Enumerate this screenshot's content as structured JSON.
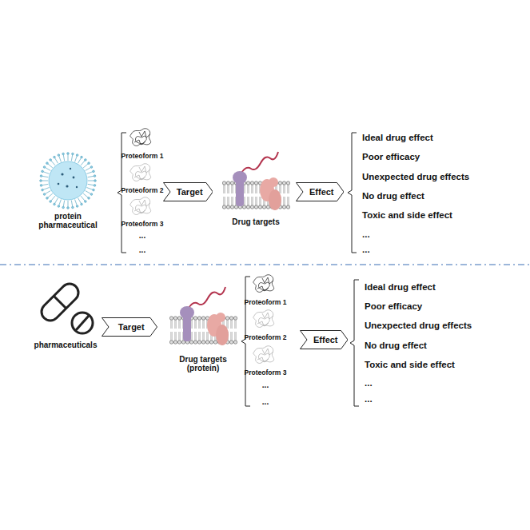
{
  "diagram": {
    "nodes": [
      {
        "text": [
          "Target"
        ]
      },
      {
        "text": [
          "Effect"
        ]
      },
      {
        "text": [
          "Target"
        ]
      },
      {
        "text": [
          "Effect"
        ]
      }
    ],
    "labels": [
      "protein pharmaceutical",
      "Proteoform 1",
      "Proteoform 2",
      "Proteoform 3",
      "...",
      "...",
      "Drug targets",
      "Ideal drug effect",
      "Poor efficacy",
      "Unexpected drug effects",
      "No drug effect",
      "Toxic and side effect",
      "...",
      "...",
      "pharmaceuticals",
      "Drug targets (protein)",
      "Proteoform 1",
      "Proteoform 2",
      "Proteoform 3",
      "...",
      "...",
      "Ideal drug effect",
      "Poor efficacy",
      "Unexpected drug effects",
      "No drug effect",
      "Toxic and side effect",
      "...",
      "..."
    ]
  }
}
